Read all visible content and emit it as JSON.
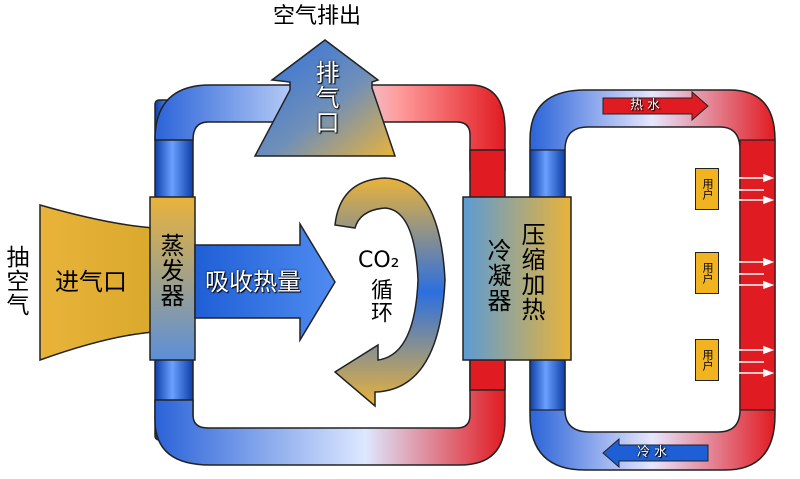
{
  "labels": {
    "air_out": "空气排出",
    "exhaust": "排气口",
    "pump_air": "抽空气",
    "inlet": "进气口",
    "evaporator": "蒸发器",
    "absorb_heat": "吸收热量",
    "co2": "CO₂",
    "cycle": "循环",
    "condenser": "冷凝器",
    "compress_heat": "压缩加热",
    "hot_water": "热水",
    "cold_water": "冷水",
    "user": "用户"
  },
  "users": [
    "用户",
    "用户",
    "用户"
  ],
  "colors": {
    "pipe_blue": "#1f5fd6",
    "pipe_red": "#e8202a",
    "box_gold": "#e9b33a",
    "box_blue": "#5b9bd5"
  }
}
